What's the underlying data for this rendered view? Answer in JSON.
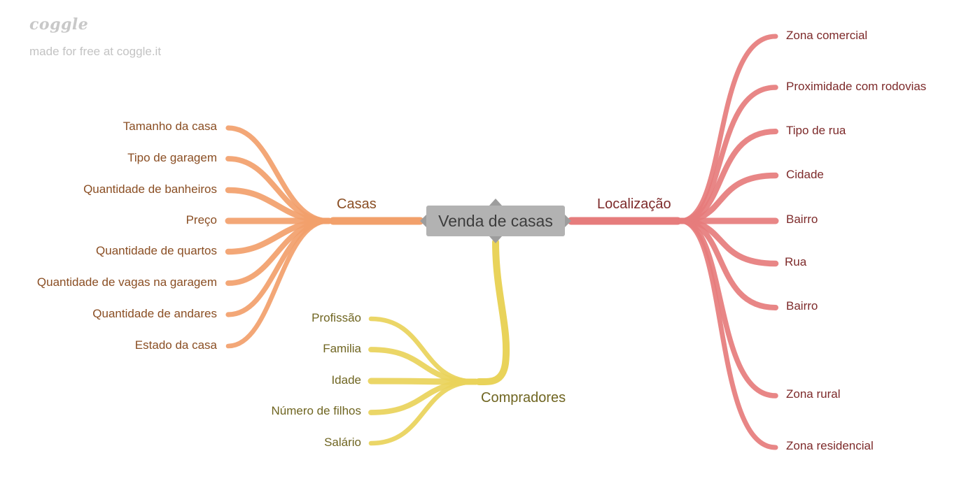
{
  "brand": {
    "logo": "coggle",
    "tagline": "made for free at coggle.it"
  },
  "central": {
    "label": "Venda de casas",
    "color": "#b2b2b2"
  },
  "branches": {
    "casas": {
      "label": "Casas",
      "color": "#f2a06b",
      "text_color": "#8a4e23",
      "items": [
        "Tamanho da casa",
        "Tipo de garagem",
        "Quantidade de banheiros",
        "Preço",
        "Quantidade de quartos",
        "Quantidade de vagas na garagem",
        "Quantidade de andares",
        "Estado da casa"
      ]
    },
    "localizacao": {
      "label": "Localização",
      "color": "#e67c7c",
      "text_color": "#7d2a2a",
      "items": [
        "Zona comercial",
        "Proximidade com rodovias",
        "Tipo de rua",
        "Cidade",
        "Bairro",
        "Rua",
        "Bairro",
        "Zona rural",
        "Zona residencial"
      ]
    },
    "compradores": {
      "label": "Compradores",
      "color": "#e9d35a",
      "text_color": "#6f6521",
      "items": [
        "Profissão",
        "Familia",
        "Idade",
        "Número de filhos",
        "Salário"
      ]
    }
  }
}
